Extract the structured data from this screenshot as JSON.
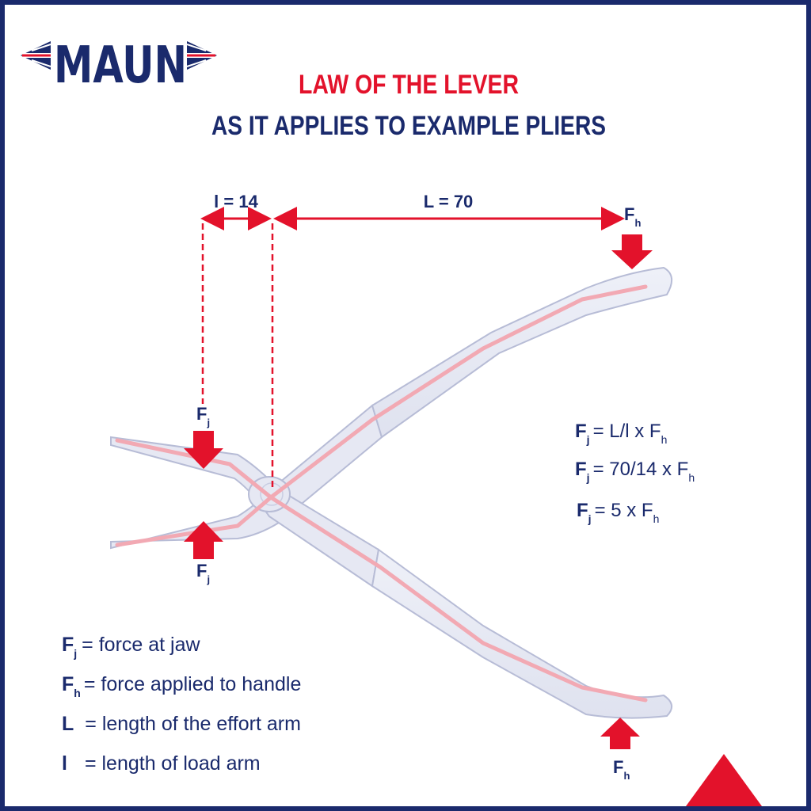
{
  "brand": {
    "logo_text": "MAUN",
    "navy": "#1a2a6c",
    "red": "#e3122b"
  },
  "title": {
    "line1": "LAW OF THE LEVER",
    "line2": "AS IT APPLIES TO EXAMPLE PLIERS"
  },
  "dimensions": {
    "load_arm_label": "l = 14",
    "effort_arm_label": "L = 70"
  },
  "force_labels": {
    "jaw_main": "F",
    "jaw_sub": "j",
    "handle_main": "F",
    "handle_sub": "h"
  },
  "equations": [
    {
      "lhs_main": "F",
      "lhs_sub": "j",
      "rhs": "= L/l x F",
      "rhs_sub": "h"
    },
    {
      "lhs_main": "F",
      "lhs_sub": "j",
      "rhs": "= 70/14 x F",
      "rhs_sub": "h"
    },
    {
      "lhs_main": "F",
      "lhs_sub": "j",
      "rhs": "= 5 x F",
      "rhs_sub": "h"
    }
  ],
  "legend": [
    {
      "sym": "F",
      "sub": "j",
      "desc": "= force at jaw"
    },
    {
      "sym": "F",
      "sub": "h",
      "desc": "= force applied to handle"
    },
    {
      "sym": "L",
      "sub": "",
      "desc": "= length of the effort arm"
    },
    {
      "sym": "l",
      "sub": "",
      "desc": "= length of load arm"
    }
  ],
  "icons": [
    "force-arrow-icon",
    "dimension-arrow-icon",
    "corner-triangle-icon",
    "union-flag-icon"
  ]
}
